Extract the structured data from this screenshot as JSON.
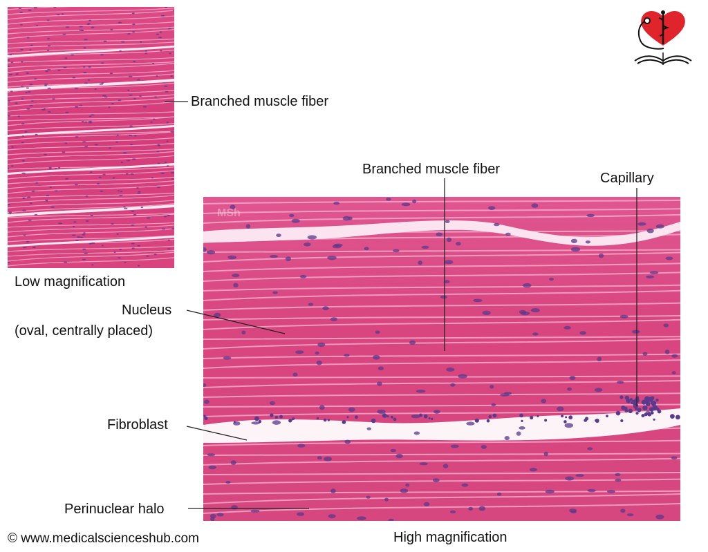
{
  "labels": {
    "low_branched": "Branched muscle fiber",
    "low_caption": "Low magnification",
    "high_branched": "Branched muscle fiber",
    "capillary": "Capillary",
    "nucleus_line1": "Nucleus",
    "nucleus_line2": "(oval, centrally placed)",
    "fibroblast": "Fibroblast",
    "perinuclear": "Perinuclear halo",
    "high_caption": "High magnification",
    "copyright": "© www.medicalscienceshub.com",
    "watermark": "MSh"
  },
  "colors": {
    "tissue": "#d93d7c",
    "tissue_dark": "#c42a6b",
    "fiber_line": "#f7b9d2",
    "gap": "#fdf3f7",
    "nucleus": "#5a3a8c",
    "leader": "#222222",
    "logo_red": "#e0242c"
  },
  "icons": {
    "logo": "heart-stethoscope-book-icon"
  }
}
